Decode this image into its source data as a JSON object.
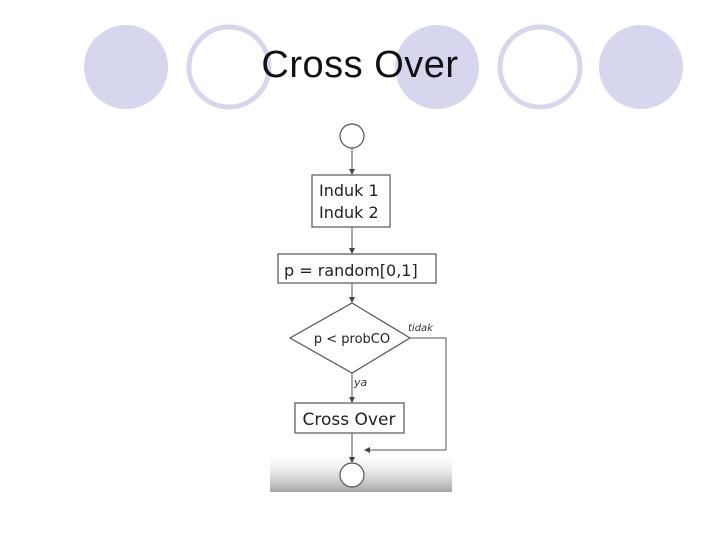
{
  "slide": {
    "title": "Cross Over",
    "colors": {
      "circle_fill": "#d6d6ee",
      "circle_ring": "#d6d6ee",
      "shadow": "#9a9a9a"
    }
  },
  "flowchart": {
    "box_parents_line1": "Induk 1",
    "box_parents_line2": "Induk 2",
    "box_random": "p = random[0,1]",
    "decision": "p < probCO",
    "label_no": "tidak",
    "label_yes": "ya",
    "box_crossover": "Cross Over"
  }
}
